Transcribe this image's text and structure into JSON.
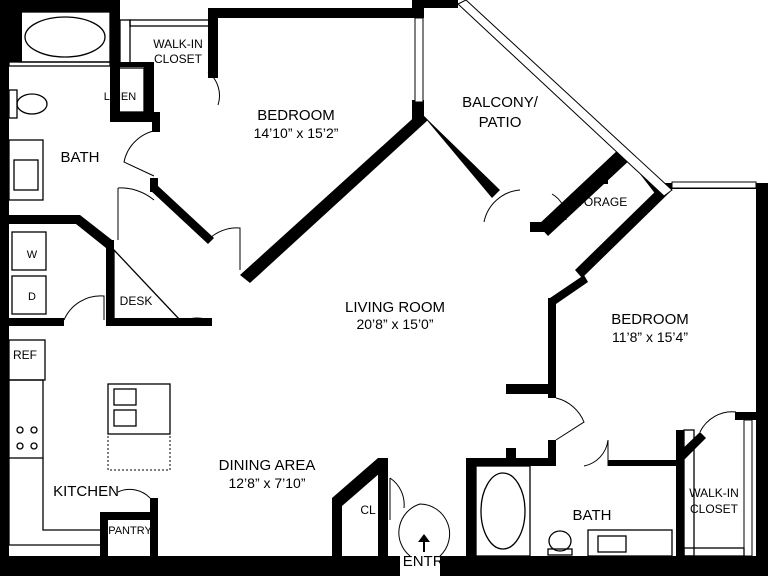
{
  "rooms": {
    "bedroom_1": {
      "name": "BEDROOM",
      "size": "14’10” x 15’2”"
    },
    "walkin_closet_1": {
      "line1": "WALK-IN",
      "line2": "CLOSET"
    },
    "linen": "LINEN",
    "bath_1": "BATH",
    "balcony": {
      "line1": "BALCONY/",
      "line2": "PATIO"
    },
    "storage": "STORAGE",
    "washer": "W",
    "dryer": "D",
    "desk": "DESK",
    "living_room": {
      "name": "LIVING ROOM",
      "size": "20’8” x 15’0”"
    },
    "bedroom_2": {
      "name": "BEDROOM",
      "size": "11’8” x 15’4”"
    },
    "ref": "REF",
    "dining_area": {
      "name": "DINING AREA",
      "size": "12’8” x 7’10”"
    },
    "kitchen": "KITCHEN",
    "pantry": "PANTRY",
    "cl": "CL",
    "bath_2": "BATH",
    "walkin_closet_2": {
      "line1": "WALK-IN",
      "line2": "CLOSET"
    },
    "entry": "ENTRY"
  },
  "icons": [
    "arrow-up-icon",
    "tub-icon",
    "toilet-icon",
    "sink-icon",
    "washer-icon",
    "dryer-icon",
    "range-icon",
    "door-swing-icon"
  ]
}
